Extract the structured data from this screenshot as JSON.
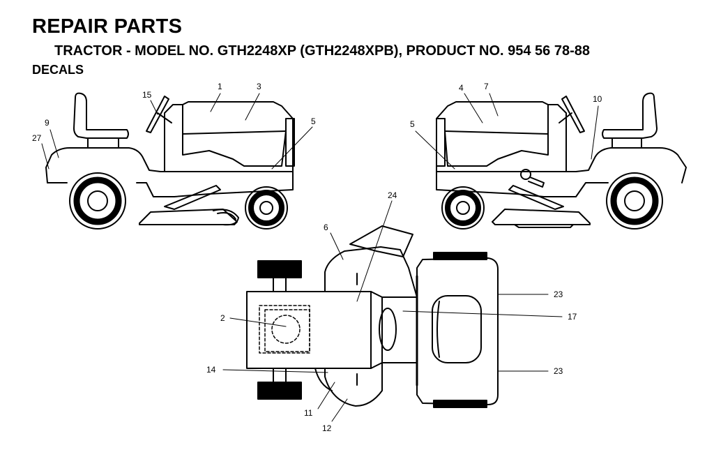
{
  "header": {
    "title": "REPAIR PARTS",
    "subtitle": "TRACTOR - MODEL NO. GTH2248XP (GTH2248XPB), PRODUCT NO. 954 56 78-88",
    "section": "DECALS"
  },
  "callouts": {
    "c1": "1",
    "c3": "3",
    "c15": "15",
    "c9": "9",
    "c27": "27",
    "c5a": "5",
    "c4": "4",
    "c7": "7",
    "c10": "10",
    "c5b": "5",
    "c24": "24",
    "c6": "6",
    "c2": "2",
    "c14": "14",
    "c11": "11",
    "c12": "12",
    "c23a": "23",
    "c17": "17",
    "c23b": "23"
  }
}
